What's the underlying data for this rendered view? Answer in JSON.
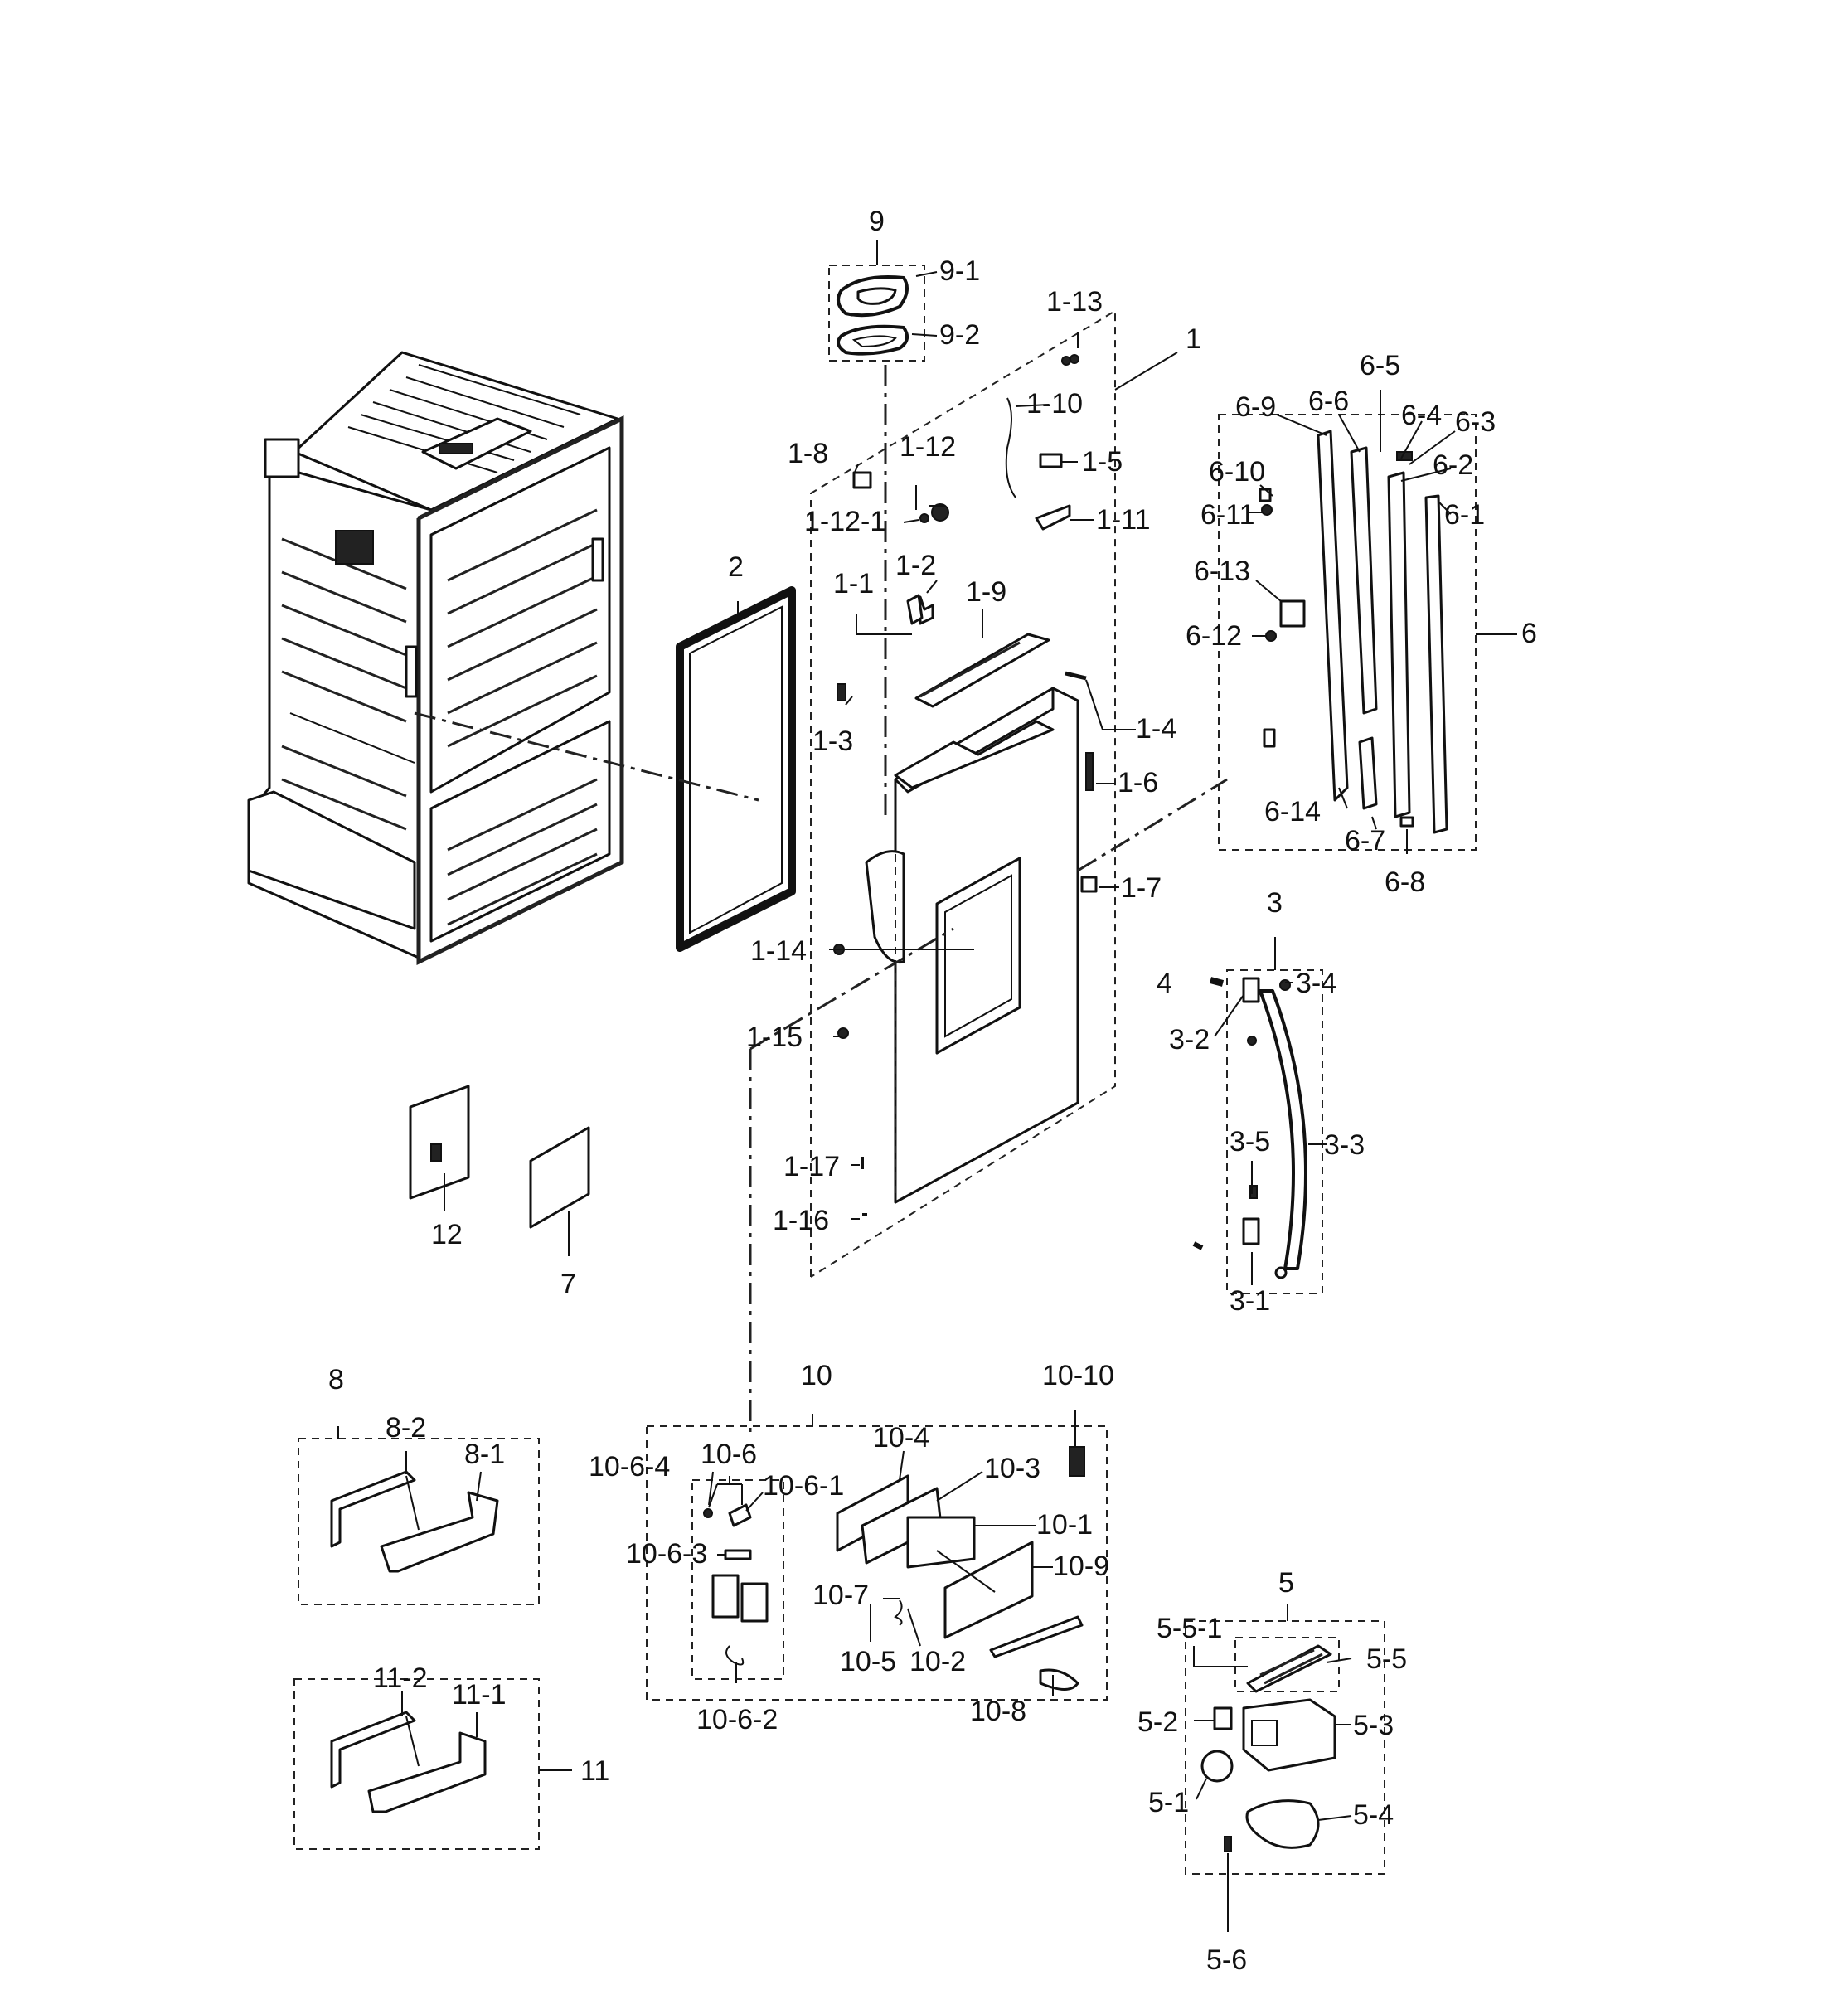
{
  "labels": {
    "p9": "9",
    "p9_1": "9-1",
    "p9_2": "9-2",
    "p1": "1",
    "p1_1": "1-1",
    "p1_2": "1-2",
    "p1_3": "1-3",
    "p1_4": "1-4",
    "p1_5": "1-5",
    "p1_6": "1-6",
    "p1_7": "1-7",
    "p1_8": "1-8",
    "p1_9": "1-9",
    "p1_10": "1-10",
    "p1_11": "1-11",
    "p1_12": "1-12",
    "p1_12_1": "1-12-1",
    "p1_13": "1-13",
    "p1_14": "1-14",
    "p1_15": "1-15",
    "p1_16": "1-16",
    "p1_17": "1-17",
    "p2": "2",
    "p6": "6",
    "p6_1": "6-1",
    "p6_2": "6-2",
    "p6_3": "6-3",
    "p6_4": "6-4",
    "p6_5": "6-5",
    "p6_6": "6-6",
    "p6_7": "6-7",
    "p6_8": "6-8",
    "p6_9": "6-9",
    "p6_10": "6-10",
    "p6_11": "6-11",
    "p6_12": "6-12",
    "p6_13": "6-13",
    "p6_14": "6-14",
    "p3": "3",
    "p3_1": "3-1",
    "p3_2": "3-2",
    "p3_3": "3-3",
    "p3_4": "3-4",
    "p3_5": "3-5",
    "p4": "4",
    "p7": "7",
    "p12": "12",
    "p8": "8",
    "p8_1": "8-1",
    "p8_2": "8-2",
    "p11": "11",
    "p11_1": "11-1",
    "p11_2": "11-2",
    "p10": "10",
    "p10_1": "10-1",
    "p10_2": "10-2",
    "p10_3": "10-3",
    "p10_4": "10-4",
    "p10_5": "10-5",
    "p10_6": "10-6",
    "p10_6_1": "10-6-1",
    "p10_6_2": "10-6-2",
    "p10_6_3": "10-6-3",
    "p10_6_4": "10-6-4",
    "p10_7": "10-7",
    "p10_8": "10-8",
    "p10_9": "10-9",
    "p10_10": "10-10",
    "p5": "5",
    "p5_1": "5-1",
    "p5_2": "5-2",
    "p5_3": "5-3",
    "p5_4": "5-4",
    "p5_5": "5-5",
    "p5_5_1": "5-5-1",
    "p5_6": "5-6"
  }
}
